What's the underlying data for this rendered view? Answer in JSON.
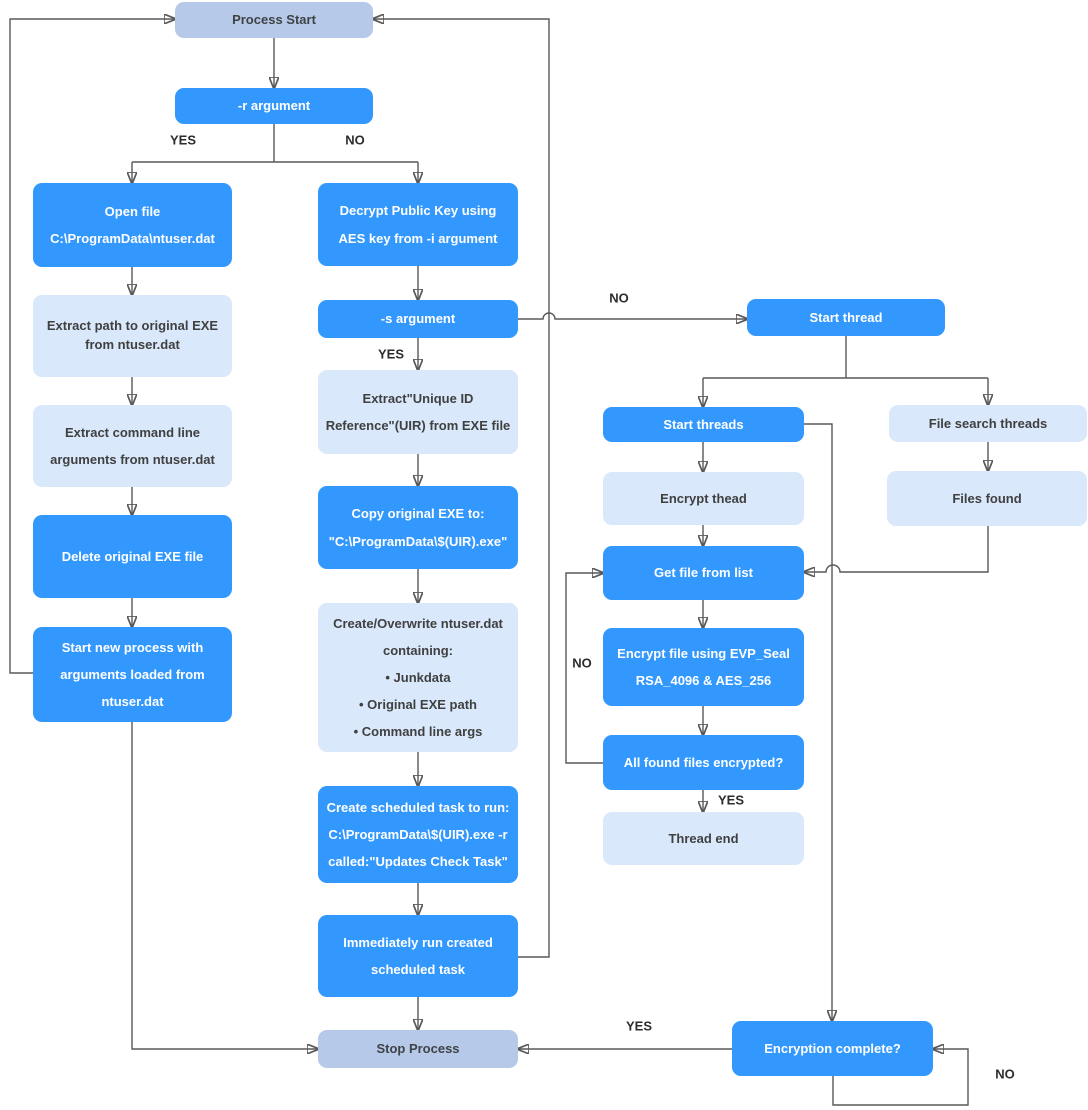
{
  "diagram": {
    "type": "flowchart",
    "subject": "Ransomware process flow with -r / -s argument branches and encryption threads"
  },
  "colors": {
    "process_box": "#3398fe",
    "data_box": "#d9e8fb",
    "terminal_box": "#b6c9e8",
    "connector": "#595959",
    "process_text": "#ffffff",
    "data_text": "#404040"
  },
  "nodes": {
    "process_start": {
      "label": "Process Start"
    },
    "r_argument": {
      "label": "-r argument"
    },
    "open_file": {
      "label": "Open file\nC:\\ProgramData\\ntuser.dat"
    },
    "extract_path": {
      "label": "Extract path to original EXE\nfrom ntuser.dat"
    },
    "extract_args": {
      "label": "Extract command line\narguments from ntuser.dat"
    },
    "delete_exe": {
      "label": "Delete original EXE file"
    },
    "start_new_process": {
      "label": "Start new process with\narguments loaded from\nntuser.dat"
    },
    "decrypt_key": {
      "label": "Decrypt Public Key using\nAES key from -i argument"
    },
    "s_argument": {
      "label": "-s argument"
    },
    "extract_uir": {
      "label": "Extract\"Unique ID\nReference\"(UIR) from EXE file"
    },
    "copy_exe": {
      "label": "Copy original EXE to:\n\"C:\\ProgramData\\$(UIR).exe\""
    },
    "create_ntuser": {
      "label": "Create/Overwrite ntuser.dat\ncontaining:\n• Junkdata\n• Original EXE path\n• Command line args"
    },
    "create_task": {
      "label": "Create scheduled task to run:\nC:\\ProgramData\\$(UIR).exe -r\ncalled:\"Updates Check Task\""
    },
    "run_task": {
      "label": "Immediately run created\nscheduled task"
    },
    "stop_process": {
      "label": "Stop Process"
    },
    "start_thread": {
      "label": "Start thread"
    },
    "start_threads": {
      "label": "Start threads"
    },
    "file_search_threads": {
      "label": "File search threads"
    },
    "encrypt_thread": {
      "label": "Encrypt thead"
    },
    "get_file": {
      "label": "Get file from list"
    },
    "encrypt_file": {
      "label": "Encrypt file using EVP_Seal\nRSA_4096 & AES_256"
    },
    "all_encrypted": {
      "label": "All found files encrypted?"
    },
    "thread_end": {
      "label": "Thread end"
    },
    "files_found": {
      "label": "Files found"
    },
    "encryption_complete": {
      "label": "Encryption complete?"
    }
  },
  "edge_labels": {
    "r_yes": "YES",
    "r_no": "NO",
    "s_yes": "YES",
    "s_no": "NO",
    "encrypt_loop_no": "NO",
    "all_encrypted_yes": "YES",
    "complete_yes": "YES",
    "complete_no": "NO"
  }
}
